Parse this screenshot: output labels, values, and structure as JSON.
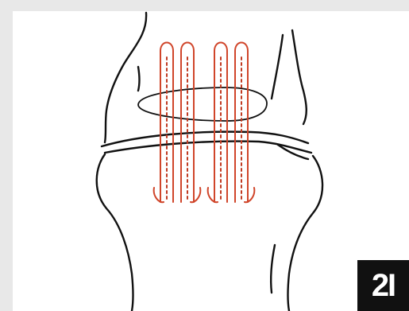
{
  "figure": {
    "label": "2I"
  },
  "colors": {
    "background": "#e8e8e8",
    "panel": "#ffffff",
    "anatomy_outline": "#111111",
    "suture": "#d0452a",
    "suture_dotted": "#c03a22",
    "label_bg": "#111111",
    "label_text": "#ffffff"
  },
  "icons": {
    "anatomy": "knee-joint-line-drawing",
    "sutures": "parallel-suture-loops"
  }
}
